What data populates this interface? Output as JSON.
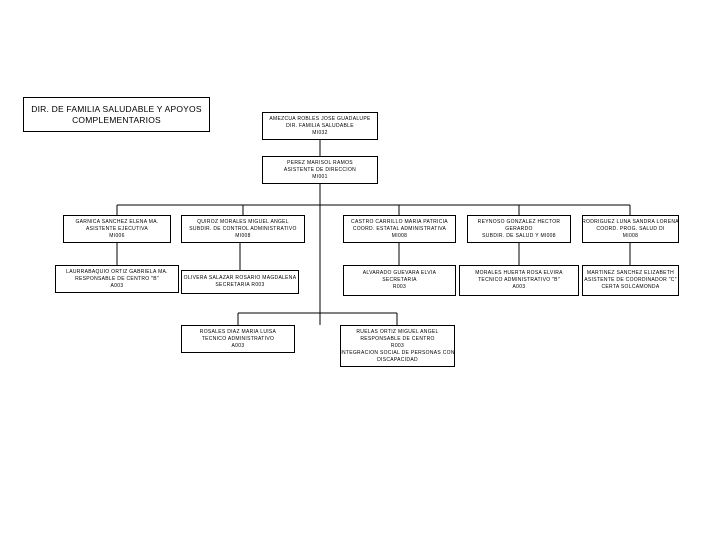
{
  "title": {
    "line1": "DIR. DE FAMILIA SALUDABLE Y APOYOS",
    "line2": "COMPLEMENTARIOS"
  },
  "nodes": {
    "director": [
      "AMEZCUA ROBLES JOSE GUADALUPE",
      "DIR. FAMILIA SALUDABLE",
      "MI032"
    ],
    "assistant": [
      "PEREZ MARISOL RAMOS",
      "ASISTENTE DE DIRECCION",
      "MI001"
    ],
    "l1_a": [
      "GARNICA SANCHEZ ELENA MA.",
      "ASISTENTE EJECUTIVA",
      "MI006"
    ],
    "l1_b": [
      "QUIROZ MORALES MIGUEL ANGEL",
      "SUBDIR. DE CONTROL ADMINISTRATIVO",
      "MI008"
    ],
    "l1_c": [
      "CASTRO CARRILLO MARIA PATRICIA",
      "COORD. ESTATAL ADMINISTRATIVA",
      "MI008"
    ],
    "l1_d": [
      "REYNOSO GONZALEZ HECTOR",
      "GERARDO",
      "SUBDIR. DE SALUD Y MI008"
    ],
    "l1_e": [
      "RODRIGUEZ LUNA SANDRA LORENA",
      "COORD. PROG. SALUD DI",
      "MI008"
    ],
    "l2_a": [
      "LAURRABAQUIO ORTIZ GABRIELA MA.",
      "RESPONSABLE DE CENTRO \"B\"",
      "A003"
    ],
    "l2_b": [
      "OLIVERA SALAZAR ROSARIO MAGDALENA",
      "SECRETARIA R003"
    ],
    "l2_c": [
      "ALVARADO GUEVARA ELVIA",
      "SECRETARIA",
      "R003"
    ],
    "l2_d": [
      "MORALES HUERTA ROSA ELVIRA",
      "TECNICO ADMINISTRATIVO \"B\"",
      "A003"
    ],
    "l2_e": [
      "MARTINEZ SANCHEZ ELIZABETH",
      "ASISTENTE DE COORDINADOR \"C\"",
      "CERTA SOLCAMONDA"
    ],
    "l3_a": [
      "ROSALES DIAZ MARIA LUISA",
      "TECNICO ADMINISTRATIVO",
      "A003"
    ],
    "l3_b": [
      "RUELAS ORTIZ MIGUEL ANGEL",
      "RESPONSABLE DE CENTRO",
      "R003",
      "INTEGRACION SOCIAL DE PERSONAS CON",
      "DISCAPACIDAD"
    ]
  }
}
